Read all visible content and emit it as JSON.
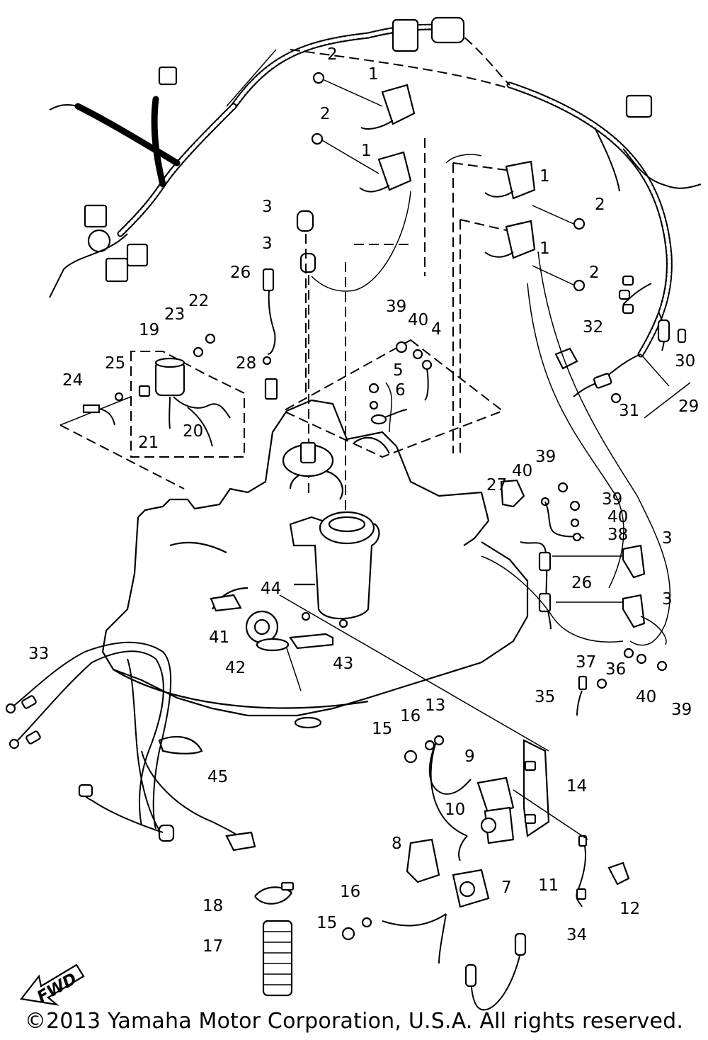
{
  "diagram": {
    "callouts": [
      {
        "id": "c2a",
        "text": "2"
      },
      {
        "id": "c1a",
        "text": "1"
      },
      {
        "id": "c2b",
        "text": "2"
      },
      {
        "id": "c1b",
        "text": "1"
      },
      {
        "id": "c1c",
        "text": "1"
      },
      {
        "id": "c2c",
        "text": "2"
      },
      {
        "id": "c1d",
        "text": "1"
      },
      {
        "id": "c2d",
        "text": "2"
      },
      {
        "id": "c3a",
        "text": "3"
      },
      {
        "id": "c3b",
        "text": "3"
      },
      {
        "id": "c26a",
        "text": "26"
      },
      {
        "id": "c22",
        "text": "22"
      },
      {
        "id": "c23",
        "text": "23"
      },
      {
        "id": "c19",
        "text": "19"
      },
      {
        "id": "c25",
        "text": "25"
      },
      {
        "id": "c24",
        "text": "24"
      },
      {
        "id": "c21",
        "text": "21"
      },
      {
        "id": "c20",
        "text": "20"
      },
      {
        "id": "c28",
        "text": "28"
      },
      {
        "id": "c39a",
        "text": "39"
      },
      {
        "id": "c40a",
        "text": "40"
      },
      {
        "id": "c4",
        "text": "4"
      },
      {
        "id": "c5",
        "text": "5"
      },
      {
        "id": "c6",
        "text": "6"
      },
      {
        "id": "c32",
        "text": "32"
      },
      {
        "id": "c30",
        "text": "30"
      },
      {
        "id": "c29",
        "text": "29"
      },
      {
        "id": "c31",
        "text": "31"
      },
      {
        "id": "c39b",
        "text": "39"
      },
      {
        "id": "c40b",
        "text": "40"
      },
      {
        "id": "c27",
        "text": "27"
      },
      {
        "id": "c39c",
        "text": "39"
      },
      {
        "id": "c40c",
        "text": "40"
      },
      {
        "id": "c38",
        "text": "38"
      },
      {
        "id": "c3c",
        "text": "3"
      },
      {
        "id": "c26b",
        "text": "26"
      },
      {
        "id": "c3d",
        "text": "3"
      },
      {
        "id": "c44",
        "text": "44"
      },
      {
        "id": "c41",
        "text": "41"
      },
      {
        "id": "c42",
        "text": "42"
      },
      {
        "id": "c43",
        "text": "43"
      },
      {
        "id": "c33",
        "text": "33"
      },
      {
        "id": "c37",
        "text": "37"
      },
      {
        "id": "c36",
        "text": "36"
      },
      {
        "id": "c35",
        "text": "35"
      },
      {
        "id": "c40d",
        "text": "40"
      },
      {
        "id": "c39d",
        "text": "39"
      },
      {
        "id": "c15a",
        "text": "15"
      },
      {
        "id": "c16a",
        "text": "16"
      },
      {
        "id": "c13",
        "text": "13"
      },
      {
        "id": "c45",
        "text": "45"
      },
      {
        "id": "c9",
        "text": "9"
      },
      {
        "id": "c14",
        "text": "14"
      },
      {
        "id": "c10",
        "text": "10"
      },
      {
        "id": "c8",
        "text": "8"
      },
      {
        "id": "c11",
        "text": "11"
      },
      {
        "id": "c12",
        "text": "12"
      },
      {
        "id": "c7",
        "text": "7"
      },
      {
        "id": "c18",
        "text": "18"
      },
      {
        "id": "c16b",
        "text": "16"
      },
      {
        "id": "c15b",
        "text": "15"
      },
      {
        "id": "c34",
        "text": "34"
      },
      {
        "id": "c17",
        "text": "17"
      }
    ],
    "fwd_label": "FWD",
    "copyright": "©2013 Yamaha Motor Corporation, U.S.A. All rights reserved."
  }
}
